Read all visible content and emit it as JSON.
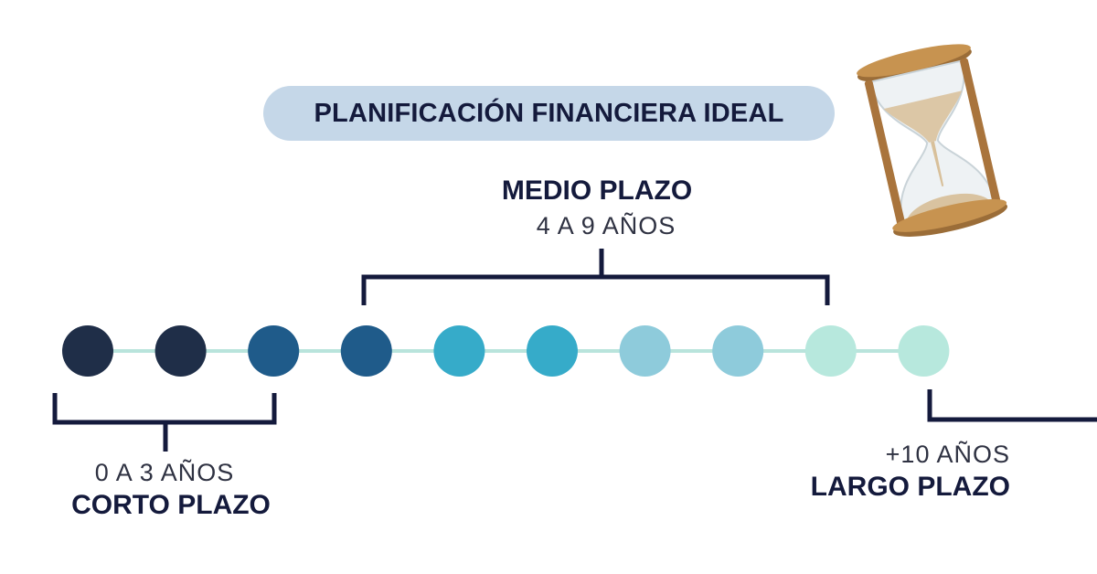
{
  "title": "PLANIFICACIÓN FINANCIERA IDEAL",
  "medio": {
    "name": "MEDIO PLAZO",
    "range": "4 A 9 AÑOS"
  },
  "corto": {
    "range": "0 A 3 AÑOS",
    "name": "CORTO PLAZO"
  },
  "largo": {
    "range": "+10 AÑOS",
    "name": "LARGO PLAZO"
  },
  "timeline": {
    "line_color": "#b9e4dc",
    "bracket_color": "#141a3c",
    "dots": [
      "#1f2e48",
      "#1f2e48",
      "#1f5b8a",
      "#1f5b8a",
      "#36abc9",
      "#36abc9",
      "#8ecbdb",
      "#8ecbdb",
      "#b7e8dd",
      "#b7e8dd"
    ]
  },
  "icon": "hourglass-icon"
}
